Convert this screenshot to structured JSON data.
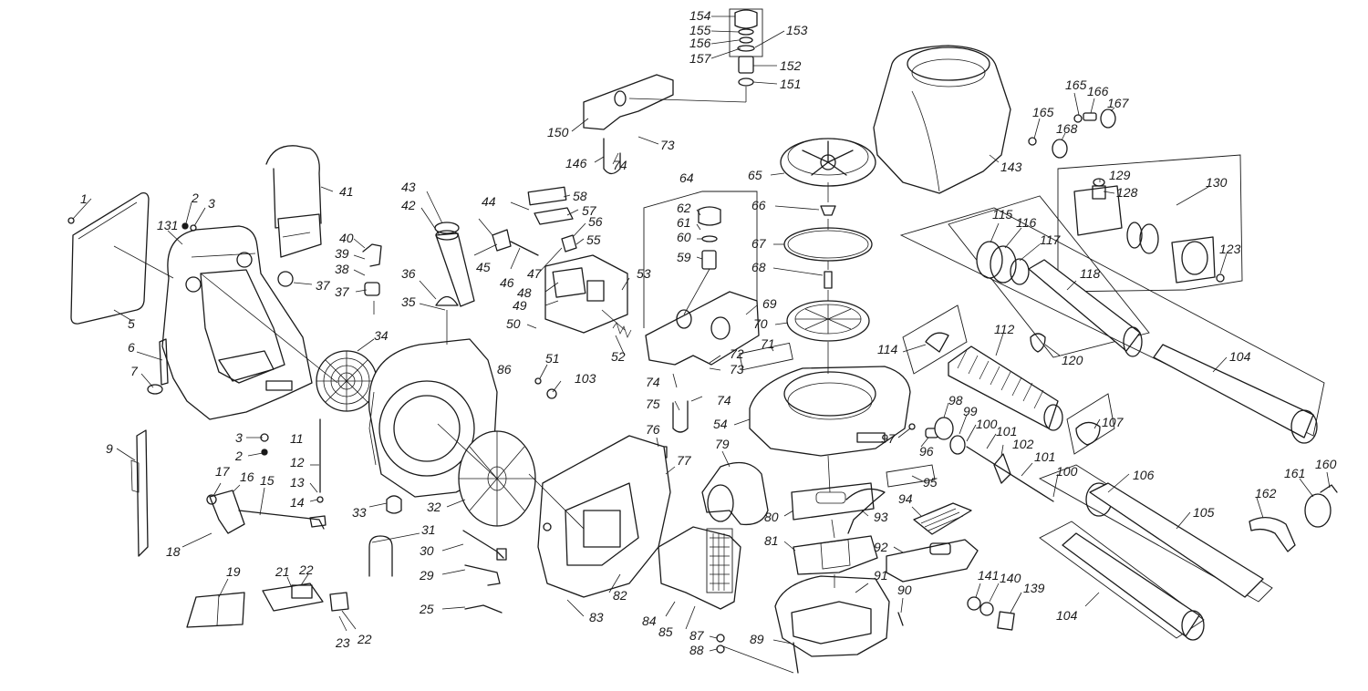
{
  "colors": {
    "ink": "#1a1a1a",
    "background": "#ffffff"
  },
  "callouts": [
    {
      "id": "c1",
      "text": "1"
    },
    {
      "id": "c2a",
      "text": "2"
    },
    {
      "id": "c3a",
      "text": "3"
    },
    {
      "id": "c131",
      "text": "131"
    },
    {
      "id": "c5",
      "text": "5"
    },
    {
      "id": "c6",
      "text": "6"
    },
    {
      "id": "c7",
      "text": "7"
    },
    {
      "id": "c41",
      "text": "41"
    },
    {
      "id": "c40",
      "text": "40"
    },
    {
      "id": "c39",
      "text": "39"
    },
    {
      "id": "c38",
      "text": "38"
    },
    {
      "id": "c37a",
      "text": "37"
    },
    {
      "id": "c37b",
      "text": "37"
    },
    {
      "id": "c34",
      "text": "34"
    },
    {
      "id": "c3b",
      "text": "3"
    },
    {
      "id": "c2b",
      "text": "2"
    },
    {
      "id": "c9",
      "text": "9"
    },
    {
      "id": "c11",
      "text": "11"
    },
    {
      "id": "c12",
      "text": "12"
    },
    {
      "id": "c13",
      "text": "13"
    },
    {
      "id": "c14",
      "text": "14"
    },
    {
      "id": "c17",
      "text": "17"
    },
    {
      "id": "c16",
      "text": "16"
    },
    {
      "id": "c15",
      "text": "15"
    },
    {
      "id": "c18",
      "text": "18"
    },
    {
      "id": "c33",
      "text": "33"
    },
    {
      "id": "c19",
      "text": "19"
    },
    {
      "id": "c21",
      "text": "21"
    },
    {
      "id": "c22a",
      "text": "22"
    },
    {
      "id": "c22b",
      "text": "22"
    },
    {
      "id": "c23",
      "text": "23"
    },
    {
      "id": "c43",
      "text": "43"
    },
    {
      "id": "c42",
      "text": "42"
    },
    {
      "id": "c36",
      "text": "36"
    },
    {
      "id": "c35",
      "text": "35"
    },
    {
      "id": "c86",
      "text": "86"
    },
    {
      "id": "c32",
      "text": "32"
    },
    {
      "id": "c31",
      "text": "31"
    },
    {
      "id": "c30",
      "text": "30"
    },
    {
      "id": "c29",
      "text": "29"
    },
    {
      "id": "c25",
      "text": "25"
    },
    {
      "id": "c44",
      "text": "44"
    },
    {
      "id": "c58",
      "text": "58"
    },
    {
      "id": "c57",
      "text": "57"
    },
    {
      "id": "c56",
      "text": "56"
    },
    {
      "id": "c55",
      "text": "55"
    },
    {
      "id": "c45",
      "text": "45"
    },
    {
      "id": "c46",
      "text": "46"
    },
    {
      "id": "c47",
      "text": "47"
    },
    {
      "id": "c48",
      "text": "48"
    },
    {
      "id": "c49",
      "text": "49"
    },
    {
      "id": "c53",
      "text": "53"
    },
    {
      "id": "c50",
      "text": "50"
    },
    {
      "id": "c52",
      "text": "52"
    },
    {
      "id": "c51",
      "text": "51"
    },
    {
      "id": "c103",
      "text": "103"
    },
    {
      "id": "c150",
      "text": "150"
    },
    {
      "id": "c146",
      "text": "146"
    },
    {
      "id": "c74a",
      "text": "74"
    },
    {
      "id": "c73a",
      "text": "73"
    },
    {
      "id": "c154",
      "text": "154"
    },
    {
      "id": "c155",
      "text": "155"
    },
    {
      "id": "c156",
      "text": "156"
    },
    {
      "id": "c157",
      "text": "157"
    },
    {
      "id": "c153",
      "text": "153"
    },
    {
      "id": "c152",
      "text": "152"
    },
    {
      "id": "c151",
      "text": "151"
    },
    {
      "id": "c64",
      "text": "64"
    },
    {
      "id": "c62",
      "text": "62"
    },
    {
      "id": "c61",
      "text": "61"
    },
    {
      "id": "c60",
      "text": "60"
    },
    {
      "id": "c59",
      "text": "59"
    },
    {
      "id": "c69",
      "text": "69"
    },
    {
      "id": "c72",
      "text": "72"
    },
    {
      "id": "c73b",
      "text": "73"
    },
    {
      "id": "c74b",
      "text": "74"
    },
    {
      "id": "c75",
      "text": "75"
    },
    {
      "id": "c74c",
      "text": "74"
    },
    {
      "id": "c71",
      "text": "71"
    },
    {
      "id": "c76",
      "text": "76"
    },
    {
      "id": "c77",
      "text": "77"
    },
    {
      "id": "c79",
      "text": "79"
    },
    {
      "id": "c82",
      "text": "82"
    },
    {
      "id": "c83",
      "text": "83"
    },
    {
      "id": "c84",
      "text": "84"
    },
    {
      "id": "c85",
      "text": "85"
    },
    {
      "id": "c87",
      "text": "87"
    },
    {
      "id": "c88",
      "text": "88"
    },
    {
      "id": "c89",
      "text": "89"
    },
    {
      "id": "c65",
      "text": "65"
    },
    {
      "id": "c66",
      "text": "66"
    },
    {
      "id": "c67",
      "text": "67"
    },
    {
      "id": "c68",
      "text": "68"
    },
    {
      "id": "c70",
      "text": "70"
    },
    {
      "id": "c54",
      "text": "54"
    },
    {
      "id": "c80",
      "text": "80"
    },
    {
      "id": "c93",
      "text": "93"
    },
    {
      "id": "c81",
      "text": "81"
    },
    {
      "id": "c91",
      "text": "91"
    },
    {
      "id": "c90",
      "text": "90"
    },
    {
      "id": "c95",
      "text": "95"
    },
    {
      "id": "c94",
      "text": "94"
    },
    {
      "id": "c92",
      "text": "92"
    },
    {
      "id": "c143",
      "text": "143"
    },
    {
      "id": "c165a",
      "text": "165"
    },
    {
      "id": "c166",
      "text": "166"
    },
    {
      "id": "c167",
      "text": "167"
    },
    {
      "id": "c165b",
      "text": "165"
    },
    {
      "id": "c168",
      "text": "168"
    },
    {
      "id": "c129",
      "text": "129"
    },
    {
      "id": "c128",
      "text": "128"
    },
    {
      "id": "c130",
      "text": "130"
    },
    {
      "id": "c115",
      "text": "115"
    },
    {
      "id": "c116",
      "text": "116"
    },
    {
      "id": "c117",
      "text": "117"
    },
    {
      "id": "c118",
      "text": "118"
    },
    {
      "id": "c123",
      "text": "123"
    },
    {
      "id": "c114",
      "text": "114"
    },
    {
      "id": "c112",
      "text": "112"
    },
    {
      "id": "c120",
      "text": "120"
    },
    {
      "id": "c104a",
      "text": "104"
    },
    {
      "id": "c98",
      "text": "98"
    },
    {
      "id": "c99",
      "text": "99"
    },
    {
      "id": "c97",
      "text": "97"
    },
    {
      "id": "c96",
      "text": "96"
    },
    {
      "id": "c100a",
      "text": "100"
    },
    {
      "id": "c101a",
      "text": "101"
    },
    {
      "id": "c102",
      "text": "102"
    },
    {
      "id": "c101b",
      "text": "101"
    },
    {
      "id": "c107",
      "text": "107"
    },
    {
      "id": "c100b",
      "text": "100"
    },
    {
      "id": "c106",
      "text": "106"
    },
    {
      "id": "c105",
      "text": "105"
    },
    {
      "id": "c162",
      "text": "162"
    },
    {
      "id": "c161",
      "text": "161"
    },
    {
      "id": "c160",
      "text": "160"
    },
    {
      "id": "c141",
      "text": "141"
    },
    {
      "id": "c140",
      "text": "140"
    },
    {
      "id": "c139",
      "text": "139"
    },
    {
      "id": "c104b",
      "text": "104"
    }
  ]
}
